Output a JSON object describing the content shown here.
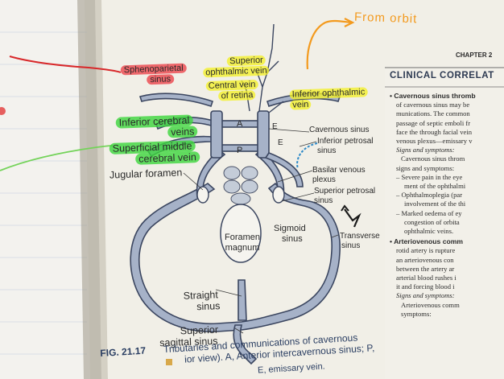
{
  "handwritten_note": "From orbit",
  "chapter_header": "CHAPTER 2",
  "clinical_heading": "CLINICAL CORRELAT",
  "figure": {
    "caption_number": "FIG. 21.17",
    "caption_line1": "Tributaries and communications of cavernous",
    "caption_line2": "ior view). A, Anterior intercavernous sinus; P,",
    "caption_line3": "E, emissary vein."
  },
  "labels": {
    "sphenoparietal_1": "Sphenoparietal",
    "sphenoparietal_2": "sinus",
    "superior_ophthalmic_1": "Superior",
    "superior_ophthalmic_2": "ophthalmic vein",
    "central_vein_1": "Central vein",
    "central_vein_2": "of retina",
    "inferior_ophthalmic_1": "Inferior ophthalmic",
    "inferior_ophthalmic_2": "vein",
    "inferior_cerebral_1": "Inferior cerebral",
    "inferior_cerebral_2": "veins",
    "superficial_middle_1": "Superficial middle",
    "superficial_middle_2": "cerebral vein",
    "cavernous_sinus": "Cavernous sinus",
    "inferior_petrosal_1": "Inferior petrosal",
    "inferior_petrosal_2": "sinus",
    "jugular_foramen": "Jugular foramen",
    "basilar_1": "Basilar venous",
    "basilar_2": "plexus",
    "superior_petrosal_1": "Superior petrosal",
    "superior_petrosal_2": "sinus",
    "foramen_1": "Foramen",
    "foramen_2": "magnum",
    "sigmoid_1": "Sigmoid",
    "sigmoid_2": "sinus",
    "transverse_1": "Transverse",
    "transverse_2": "sinus",
    "straight_1": "Straight",
    "straight_2": "sinus",
    "superior_sagittal_1": "Superior",
    "superior_sagittal_2": "sagittal sinus",
    "letter_A": "A",
    "letter_P": "P",
    "letter_E1": "E",
    "letter_E2": "E"
  },
  "clinical_text": [
    "• Cavernous sinus thromb",
    "of cavernous sinus may be",
    "munications. The common",
    "passage of septic emboli fr",
    "face the through facial vein",
    "venous plexus—emissary v",
    "Signs and symptoms:",
    "Cavernous sinus throm",
    "signs and symptoms:",
    "– Severe pain in the eye",
    "ment of the ophthalmi",
    "– Ophthalmoplegia (par",
    "involvement of the thi",
    "– Marked oedema of ey",
    "congestion of orbita",
    "ophthalmic veins.",
    "• Arteriovenous comm",
    "rotid artery is rupture",
    "an arteriovenous con",
    "between the artery ar",
    "arterial blood rushes i",
    "it and forcing blood i",
    "Signs and symptoms:",
    "Arteriovenous comm",
    "symptoms:"
  ],
  "colors": {
    "red_highlight": "#ec4048",
    "yellow_highlight": "#f4f028",
    "green_highlight": "#3cd63c",
    "orange_ink": "#f39a1e",
    "vessel_fill": "#a6b2c8",
    "vessel_stroke": "#3b4660"
  }
}
